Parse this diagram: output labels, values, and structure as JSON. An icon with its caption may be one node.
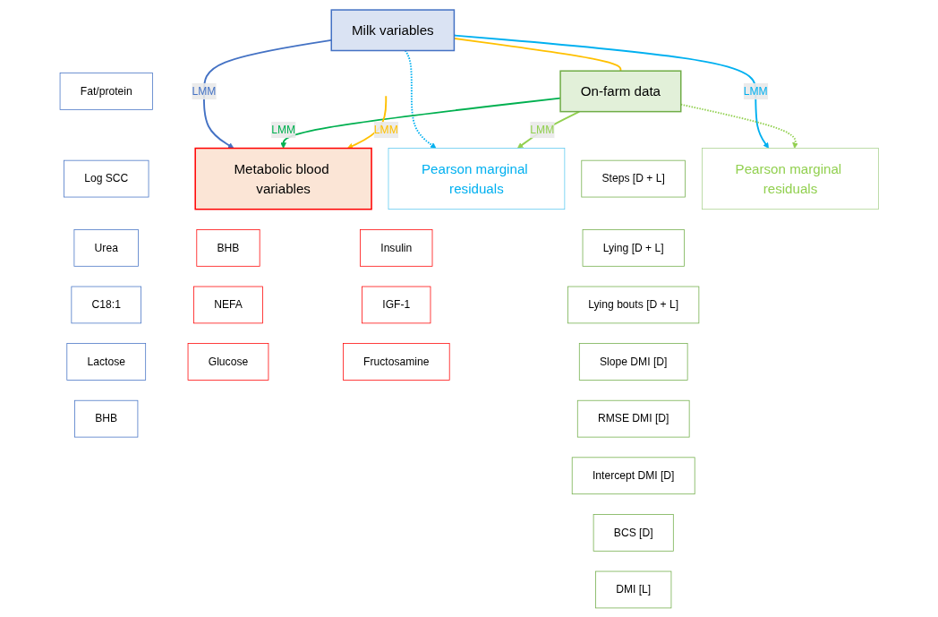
{
  "diagram": {
    "nodes": [
      {
        "text": [
          "Milk variables"
        ]
      },
      {
        "text": [
          "Fat/protein"
        ]
      },
      {
        "text": [
          "Log SCC"
        ]
      },
      {
        "text": [
          "Urea"
        ]
      },
      {
        "text": [
          "C18:1"
        ]
      },
      {
        "text": [
          "Lactose"
        ]
      },
      {
        "text": [
          "BHB"
        ]
      },
      {
        "text": [
          "Metabolic blood variables"
        ]
      },
      {
        "text": [
          "BHB"
        ]
      },
      {
        "text": [
          "Insulin"
        ]
      },
      {
        "text": [
          "NEFA"
        ]
      },
      {
        "text": [
          "IGF-1"
        ]
      },
      {
        "text": [
          "Glucose"
        ]
      },
      {
        "text": [
          "Fructosamine"
        ]
      },
      {
        "text": [
          "Pearson marginal residuals"
        ]
      },
      {
        "text": [
          "On-farm data"
        ]
      },
      {
        "text": [
          "Steps [D + L]"
        ]
      },
      {
        "text": [
          "Lying [D + L]"
        ]
      },
      {
        "text": [
          "Lying bouts [D + L]"
        ]
      },
      {
        "text": [
          "Slope DMI [D]"
        ]
      },
      {
        "text": [
          "RMSE DMI [D]"
        ]
      },
      {
        "text": [
          "Intercept DMI [D]"
        ]
      },
      {
        "text": [
          "BCS [D]"
        ]
      },
      {
        "text": [
          "DMI [L]"
        ]
      },
      {
        "text": [
          "Pearson marginal residuals"
        ]
      }
    ],
    "edges": [
      {
        "from": 0,
        "to": 7,
        "arrow": "to",
        "label": "LMM",
        "color": "#4472c4"
      },
      {
        "from": 0,
        "to": 14,
        "arrow": "to",
        "style": "dashed",
        "color": "#00b0f0"
      },
      {
        "from": 0,
        "to": 24,
        "arrow": "to",
        "label": "LMM",
        "color": "#00b0f0"
      },
      {
        "from": 15,
        "to": 14,
        "arrow": "to",
        "label": "LMM",
        "color": "#92d050"
      },
      {
        "from": 15,
        "to": 24,
        "arrow": "to",
        "style": "dashed",
        "color": "#92d050"
      },
      {
        "from": 15,
        "to": 7,
        "arrow": "to",
        "label": "LMM",
        "color": "#00b050"
      },
      {
        "from": 0,
        "to": 15,
        "arrow": "none",
        "color": "#ffc000"
      },
      {
        "from": null,
        "to": 7,
        "arrow": "to",
        "label": "LMM",
        "color": "#ffc000"
      }
    ]
  }
}
